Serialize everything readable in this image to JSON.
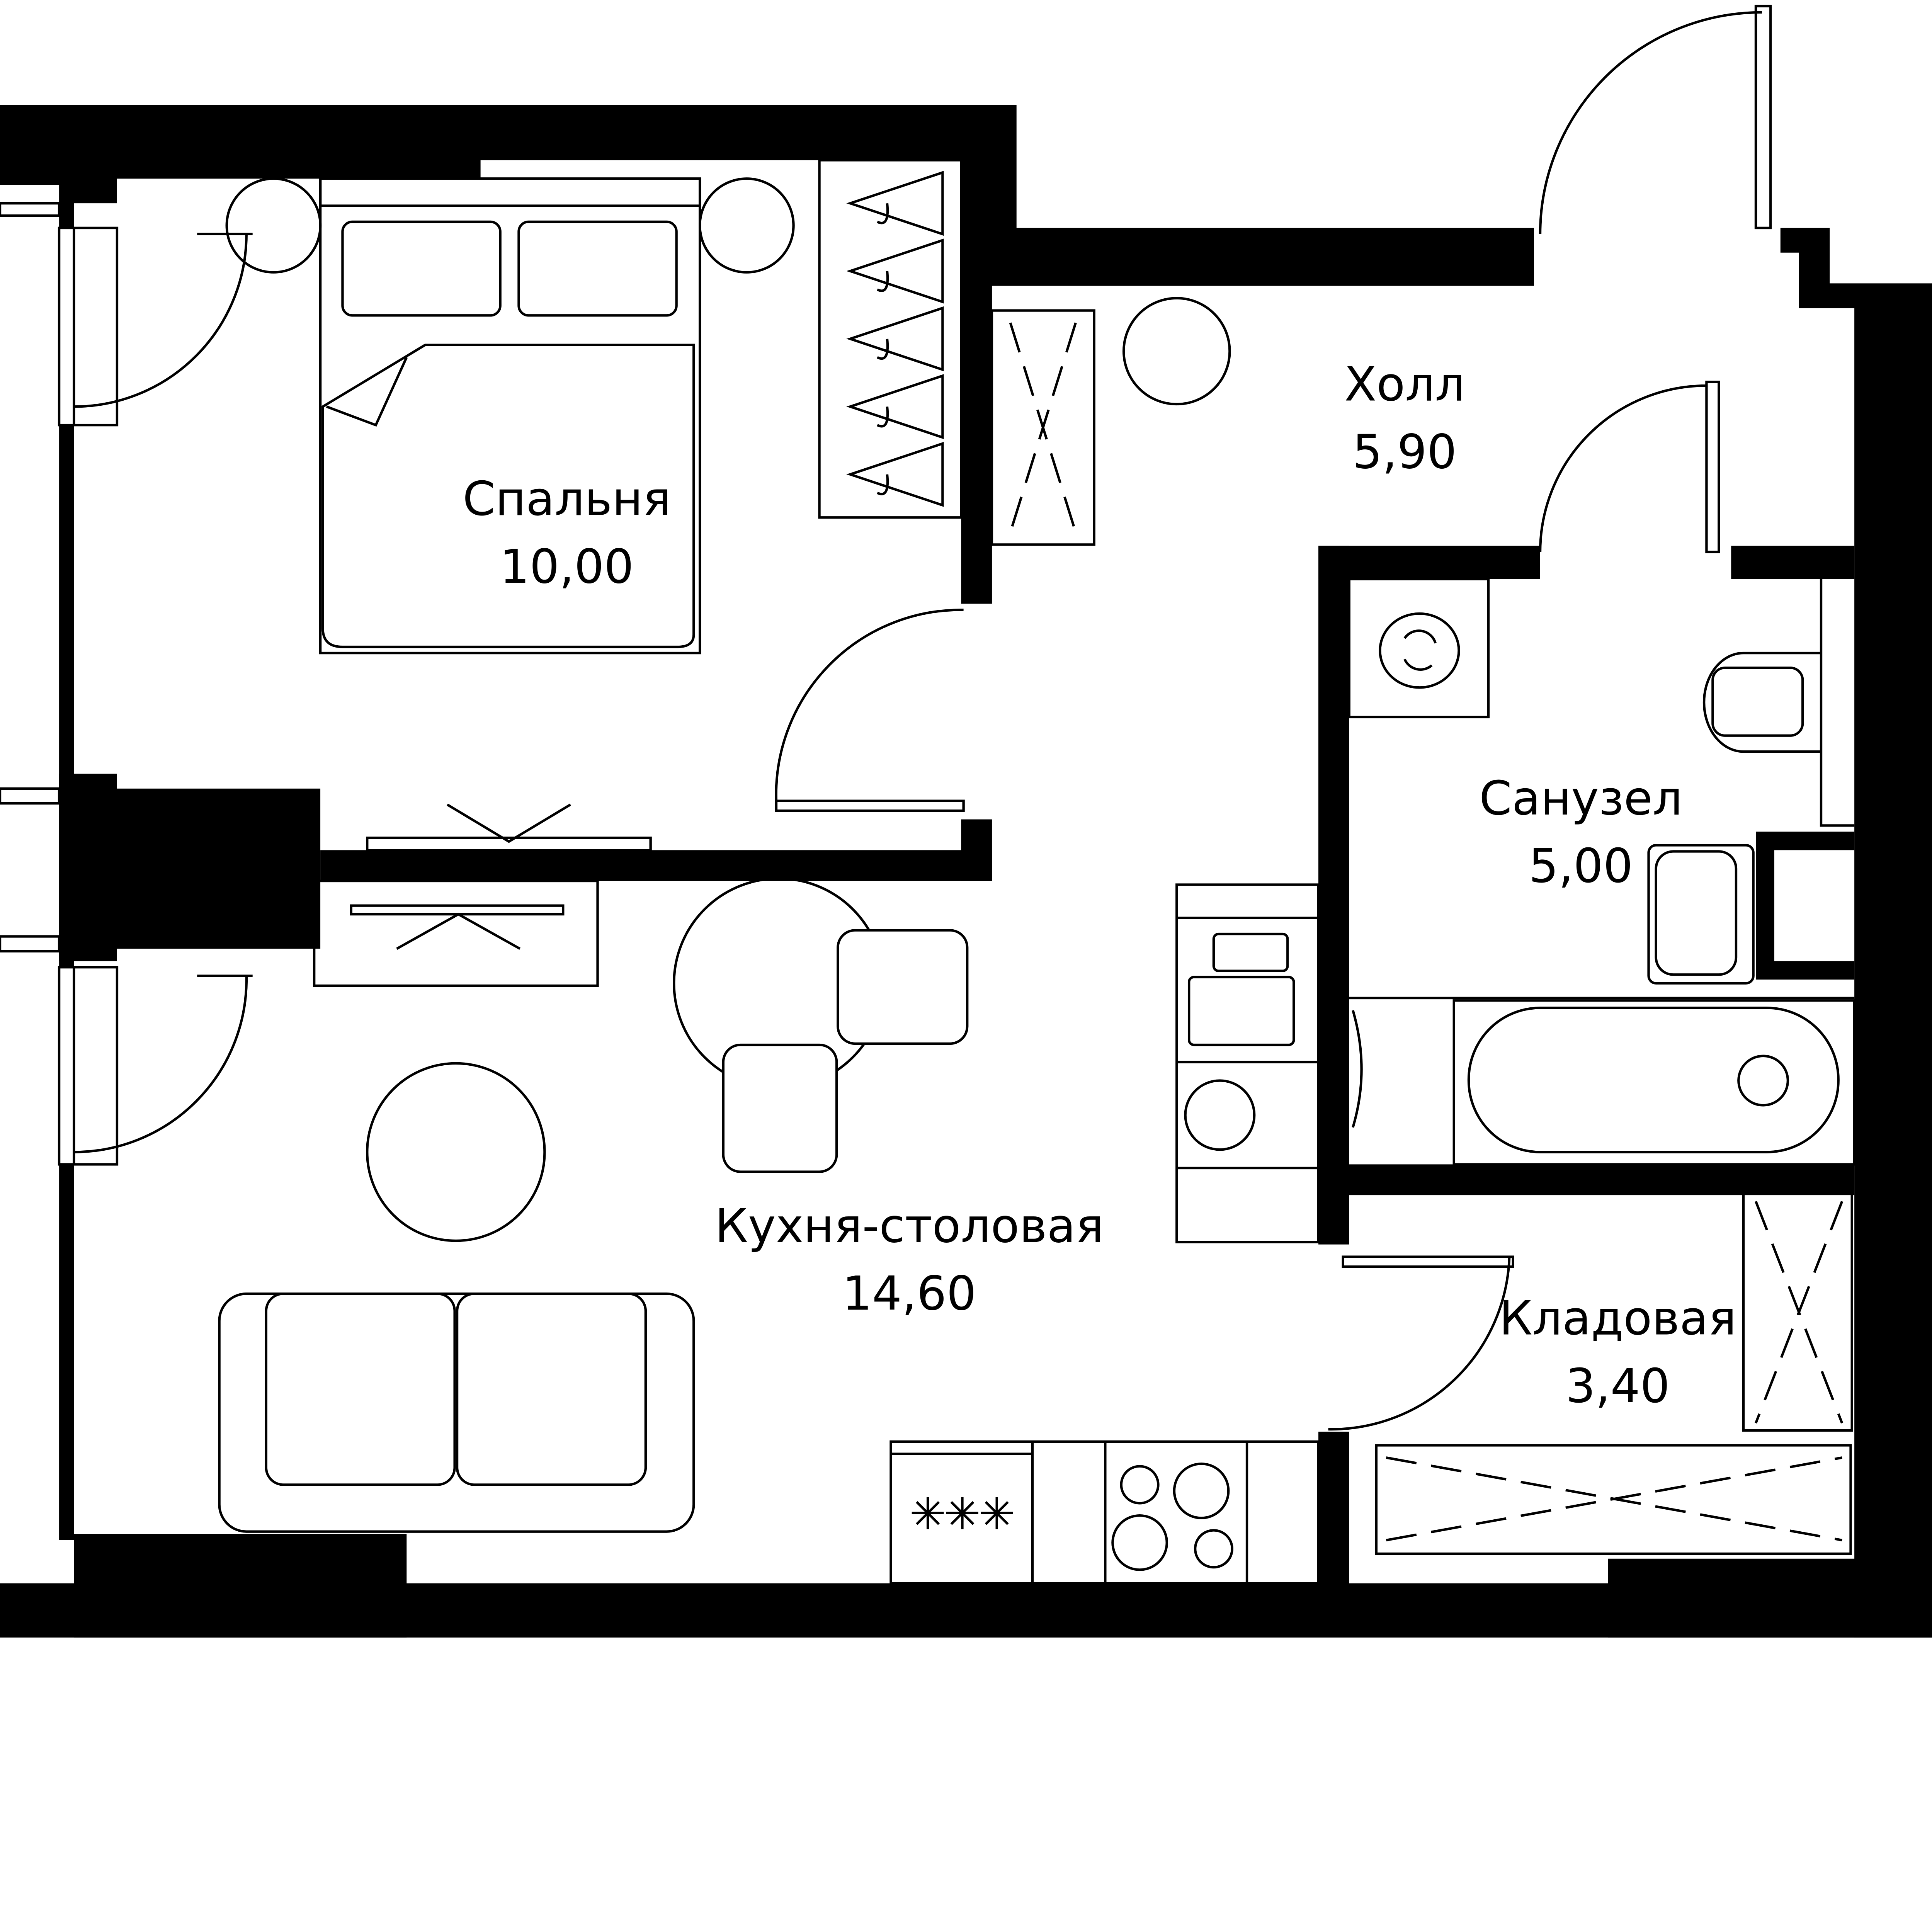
{
  "plan": {
    "wall_color": "#000000",
    "background": "#ffffff",
    "rooms": [
      {
        "name": "Спальня",
        "area": "10,00"
      },
      {
        "name": "Холл",
        "area": "5,90"
      },
      {
        "name": "Санузел",
        "area": "5,00"
      },
      {
        "name": "Кухня-столовая",
        "area": "14,60"
      },
      {
        "name": "Кладовая",
        "area": "3,40"
      }
    ]
  }
}
